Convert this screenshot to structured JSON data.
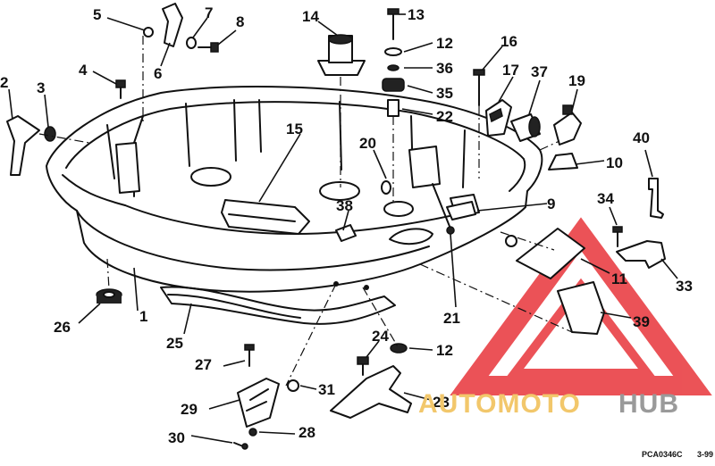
{
  "diagram": {
    "callouts": [
      "1",
      "2",
      "3",
      "4",
      "5",
      "6",
      "7",
      "8",
      "9",
      "10",
      "11",
      "12",
      "13",
      "14",
      "15",
      "16",
      "17",
      "19",
      "20",
      "21",
      "22",
      "23",
      "24",
      "25",
      "26",
      "27",
      "28",
      "29",
      "30",
      "31",
      "33",
      "34",
      "35",
      "36",
      "37",
      "38",
      "39",
      "40",
      "12"
    ],
    "figure_code": "PCA0346C",
    "figure_date": "3-99"
  },
  "watermark": {
    "brand_part1": "AUTOMOTO",
    "brand_part2": "HUB",
    "colors": {
      "triangle": "#e8353a",
      "brand_part1": "#f2c76b",
      "brand_part2": "#9a9a9a"
    }
  }
}
